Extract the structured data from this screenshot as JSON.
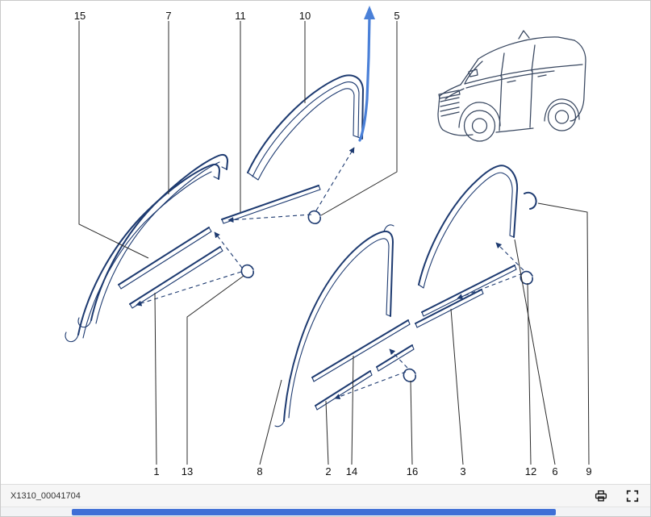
{
  "callouts": {
    "top": [
      "15",
      "7",
      "11",
      "10",
      "5"
    ],
    "bottom": [
      "1",
      "13",
      "8",
      "2",
      "14",
      "16",
      "3",
      "12",
      "6",
      "9"
    ]
  },
  "statusbar": {
    "reference": "X1310_00041704"
  },
  "colors": {
    "part_stroke": "#1d3a70",
    "highlight_stroke": "#4a80d8",
    "leader_stroke": "#2b2b2b",
    "scrollbar_thumb": "#3e6fd6",
    "statusbar_bg": "#f6f6f6"
  }
}
